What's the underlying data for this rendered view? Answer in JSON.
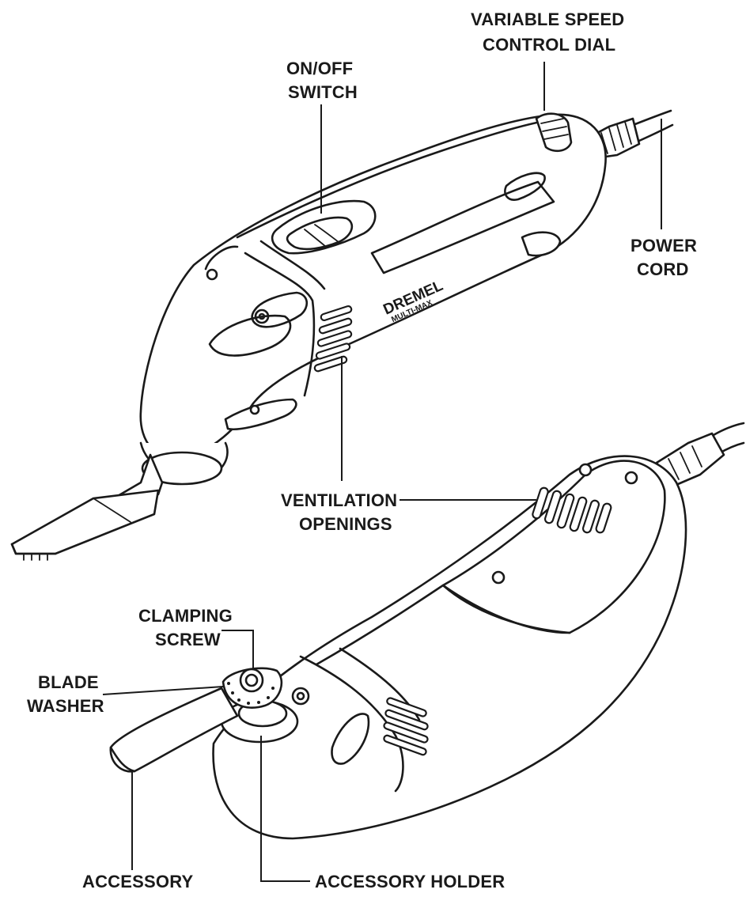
{
  "labels": {
    "variable_speed_1": "VARIABLE SPEED",
    "variable_speed_2": "CONTROL DIAL",
    "onoff_1": "ON/OFF",
    "onoff_2": "SWITCH",
    "power_cord_1": "POWER",
    "power_cord_2": "CORD",
    "ventilation_1": "VENTILATION",
    "ventilation_2": "OPENINGS",
    "clamping_1": "CLAMPING",
    "clamping_2": "SCREW",
    "blade_washer_1": "BLADE",
    "blade_washer_2": "WASHER",
    "accessory": "ACCESSORY",
    "accessory_holder": "ACCESSORY HOLDER"
  },
  "brand": {
    "name": "DREMEL",
    "model": "MULTI-MAX"
  }
}
